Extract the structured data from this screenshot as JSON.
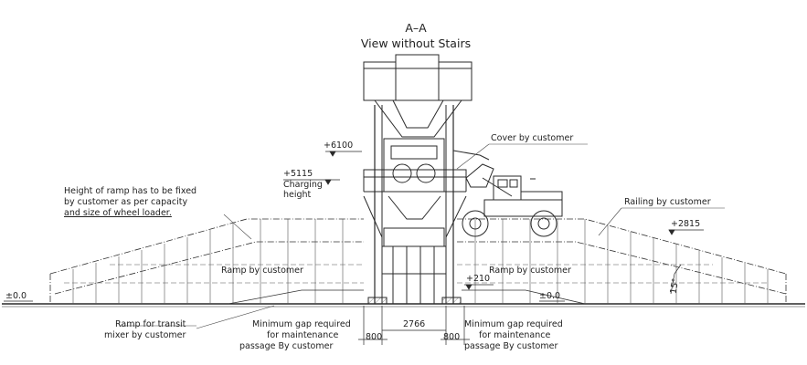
{
  "title": {
    "section": "A–A",
    "subtitle": "View without Stairs"
  },
  "levels": {
    "l6100": "+6100",
    "l5115": "+5115",
    "charging_1": "Charging",
    "charging_2": "height",
    "l2815": "+2815",
    "l210": "+210",
    "zero_left": "±0.0",
    "zero_mid": "±0.0"
  },
  "notes": {
    "ramp_height_1": "Height of ramp has to be fixed",
    "ramp_height_2": "by customer as per capacity",
    "ramp_height_3": "and size of wheel loader.",
    "cover": "Cover by customer",
    "railing": "Railing by customer",
    "ramp_left": "Ramp by customer",
    "ramp_right": "Ramp by customer",
    "transit_1": "Ramp for transit",
    "transit_2": "mixer by customer",
    "gap_left_1": "Minimum gap required",
    "gap_left_2": "for maintenance",
    "gap_left_3": "passage By customer",
    "gap_right_1": "Minimum gap required",
    "gap_right_2": "for maintenance",
    "gap_right_3": "passage By customer"
  },
  "dimensions": {
    "span": "2766",
    "left_800": "800",
    "right_800": "800",
    "angle": "15°"
  },
  "colors": {
    "line": "#2a2a2a",
    "thin": "#555555",
    "background": "#ffffff"
  }
}
